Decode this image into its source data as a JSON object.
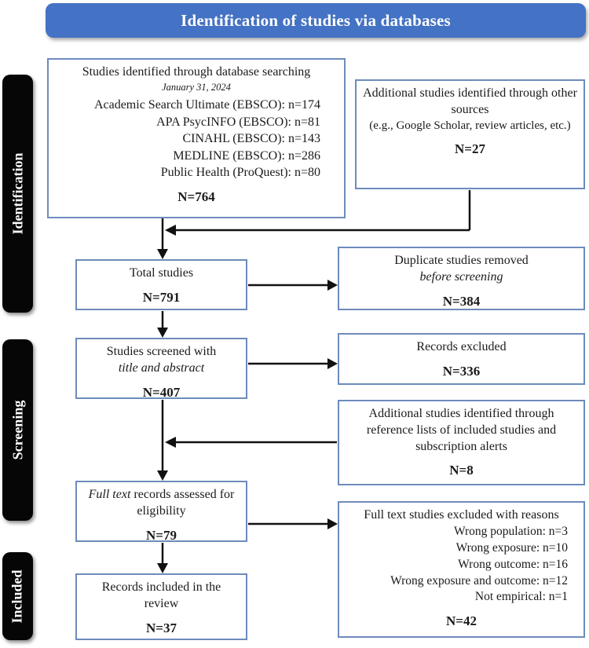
{
  "title": "Identification of studies via databases",
  "colors": {
    "header_bg": "#4472C4",
    "box_border": "#6d8bbd",
    "sidebar_bg": "#060606",
    "arrow": "#111111"
  },
  "sidebar": {
    "stages": [
      {
        "label": "Identification"
      },
      {
        "label": "Screening"
      },
      {
        "label": "Included"
      }
    ]
  },
  "boxes": {
    "database_search": {
      "title": "Studies identified through database searching",
      "date": "January 31, 2024",
      "sources": [
        "Academic Search Ultimate (EBSCO): n=174",
        "APA PsycINFO (EBSCO): n=81",
        "CINAHL (EBSCO): n=143",
        "MEDLINE (EBSCO): n=286",
        "Public Health (ProQuest): n=80"
      ],
      "total": "N=764"
    },
    "other_sources": {
      "line1": "Additional studies identified through other sources",
      "line2": "(e.g., Google Scholar, review articles, etc.)",
      "total": "N=27"
    },
    "total_studies": {
      "line1": "Total studies",
      "total": "N=791"
    },
    "duplicates_removed": {
      "line1": "Duplicate studies removed",
      "line2_italic": "before screening",
      "total": "N=384"
    },
    "screened": {
      "line1": "Studies screened with",
      "line2_italic": "title and abstract",
      "total": "N=407"
    },
    "records_excluded": {
      "line1": "Records excluded",
      "total": "N=336"
    },
    "reference_lists": {
      "line1": "Additional studies identified through reference lists of included studies and subscription alerts",
      "total": "N=8"
    },
    "full_text_assessed": {
      "line1_italic": "Full text",
      "line1_rest": " records assessed for eligibility",
      "total": "N=79"
    },
    "full_text_excluded": {
      "title": "Full text studies excluded with reasons",
      "reasons": [
        "Wrong population: n=3",
        "Wrong exposure: n=10",
        "Wrong outcome: n=16",
        "Wrong exposure and outcome: n=12",
        "Not empirical: n=1"
      ],
      "total": "N=42"
    },
    "included_review": {
      "line1": "Records included in the review",
      "total": "N=37"
    }
  }
}
